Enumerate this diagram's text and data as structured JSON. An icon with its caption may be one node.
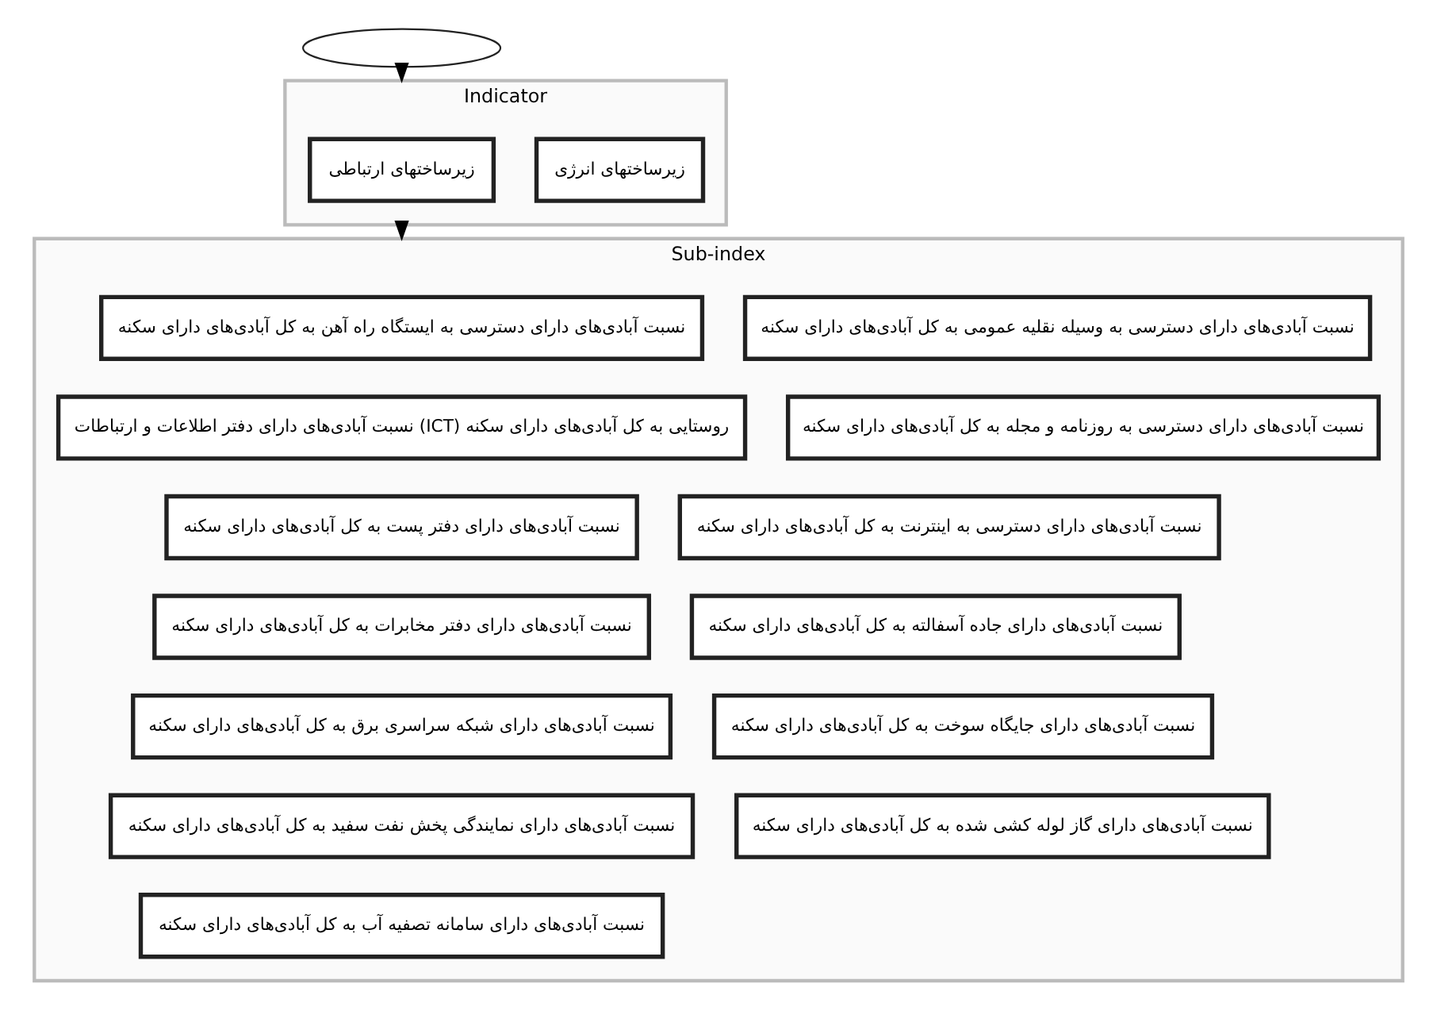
{
  "diagram": {
    "nodes": [
      {
        "text": [],
        "shape": "ellipse"
      },
      {
        "text": [
          "Indicator"
        ]
      },
      {
        "text": [
          "زیرساختهای ارتباطی"
        ],
        "in": 1
      },
      {
        "text": [
          "زیرساختهای انرژی"
        ],
        "in": 1
      },
      {
        "text": [
          "Sub-index"
        ]
      },
      {
        "text": [
          "نسبت آبادی‌های دارای دسترسی به ایستگاه راه آهن به کل آبادی‌های دارای سکنه"
        ],
        "in": 4
      },
      {
        "text": [
          "نسبت آبادی‌های دارای دسترسی به وسیله نقلیه عمومی به کل آبادی‌های دارای سکنه"
        ],
        "in": 4
      },
      {
        "text": [
          "نسبت آبادی‌های دارای دفتر اطلاعات و ارتباطات (ICT) روستایی به کل آبادی‌های دارای سکنه"
        ],
        "in": 4
      },
      {
        "text": [
          "نسبت آبادی‌های دارای دسترسی به روزنامه و مجله به کل آبادی‌های دارای سکنه"
        ],
        "in": 4
      },
      {
        "text": [
          "نسبت آبادی‌های دارای دفتر پست به کل آبادی‌های دارای سکنه"
        ],
        "in": 4
      },
      {
        "text": [
          "نسبت آبادی‌های دارای دسترسی به اینترنت به کل آبادی‌های دارای سکنه"
        ],
        "in": 4
      },
      {
        "text": [
          "نسبت آبادی‌های دارای دفتر مخابرات به کل آبادی‌های دارای سکنه"
        ],
        "in": 4
      },
      {
        "text": [
          "نسبت آبادی‌های دارای جاده آسفالته به کل آبادی‌های دارای سکنه"
        ],
        "in": 4
      },
      {
        "text": [
          "نسبت آبادی‌های دارای شبکه سراسری برق به کل آبادی‌های دارای سکنه"
        ],
        "in": 4
      },
      {
        "text": [
          "نسبت آبادی‌های دارای جایگاه سوخت به کل آبادی‌های دارای سکنه"
        ],
        "in": 4
      },
      {
        "text": [
          "نسبت آبادی‌های دارای نمایندگی پخش نفت سفید به کل آبادی‌های دارای سکنه"
        ],
        "in": 4
      },
      {
        "text": [
          "نسبت آبادی‌های دارای گاز لوله کشی شده به کل آبادی‌های دارای سکنه"
        ],
        "in": 4
      },
      {
        "text": [
          "نسبت آبادی‌های دارای سامانه تصفیه آب به کل آبادی‌های دارای سکنه"
        ],
        "in": 4
      }
    ],
    "edges": [
      {
        "from": 0,
        "to": 1,
        "arrow": "to"
      },
      {
        "from": 1,
        "to": 4,
        "arrow": "to"
      }
    ]
  }
}
